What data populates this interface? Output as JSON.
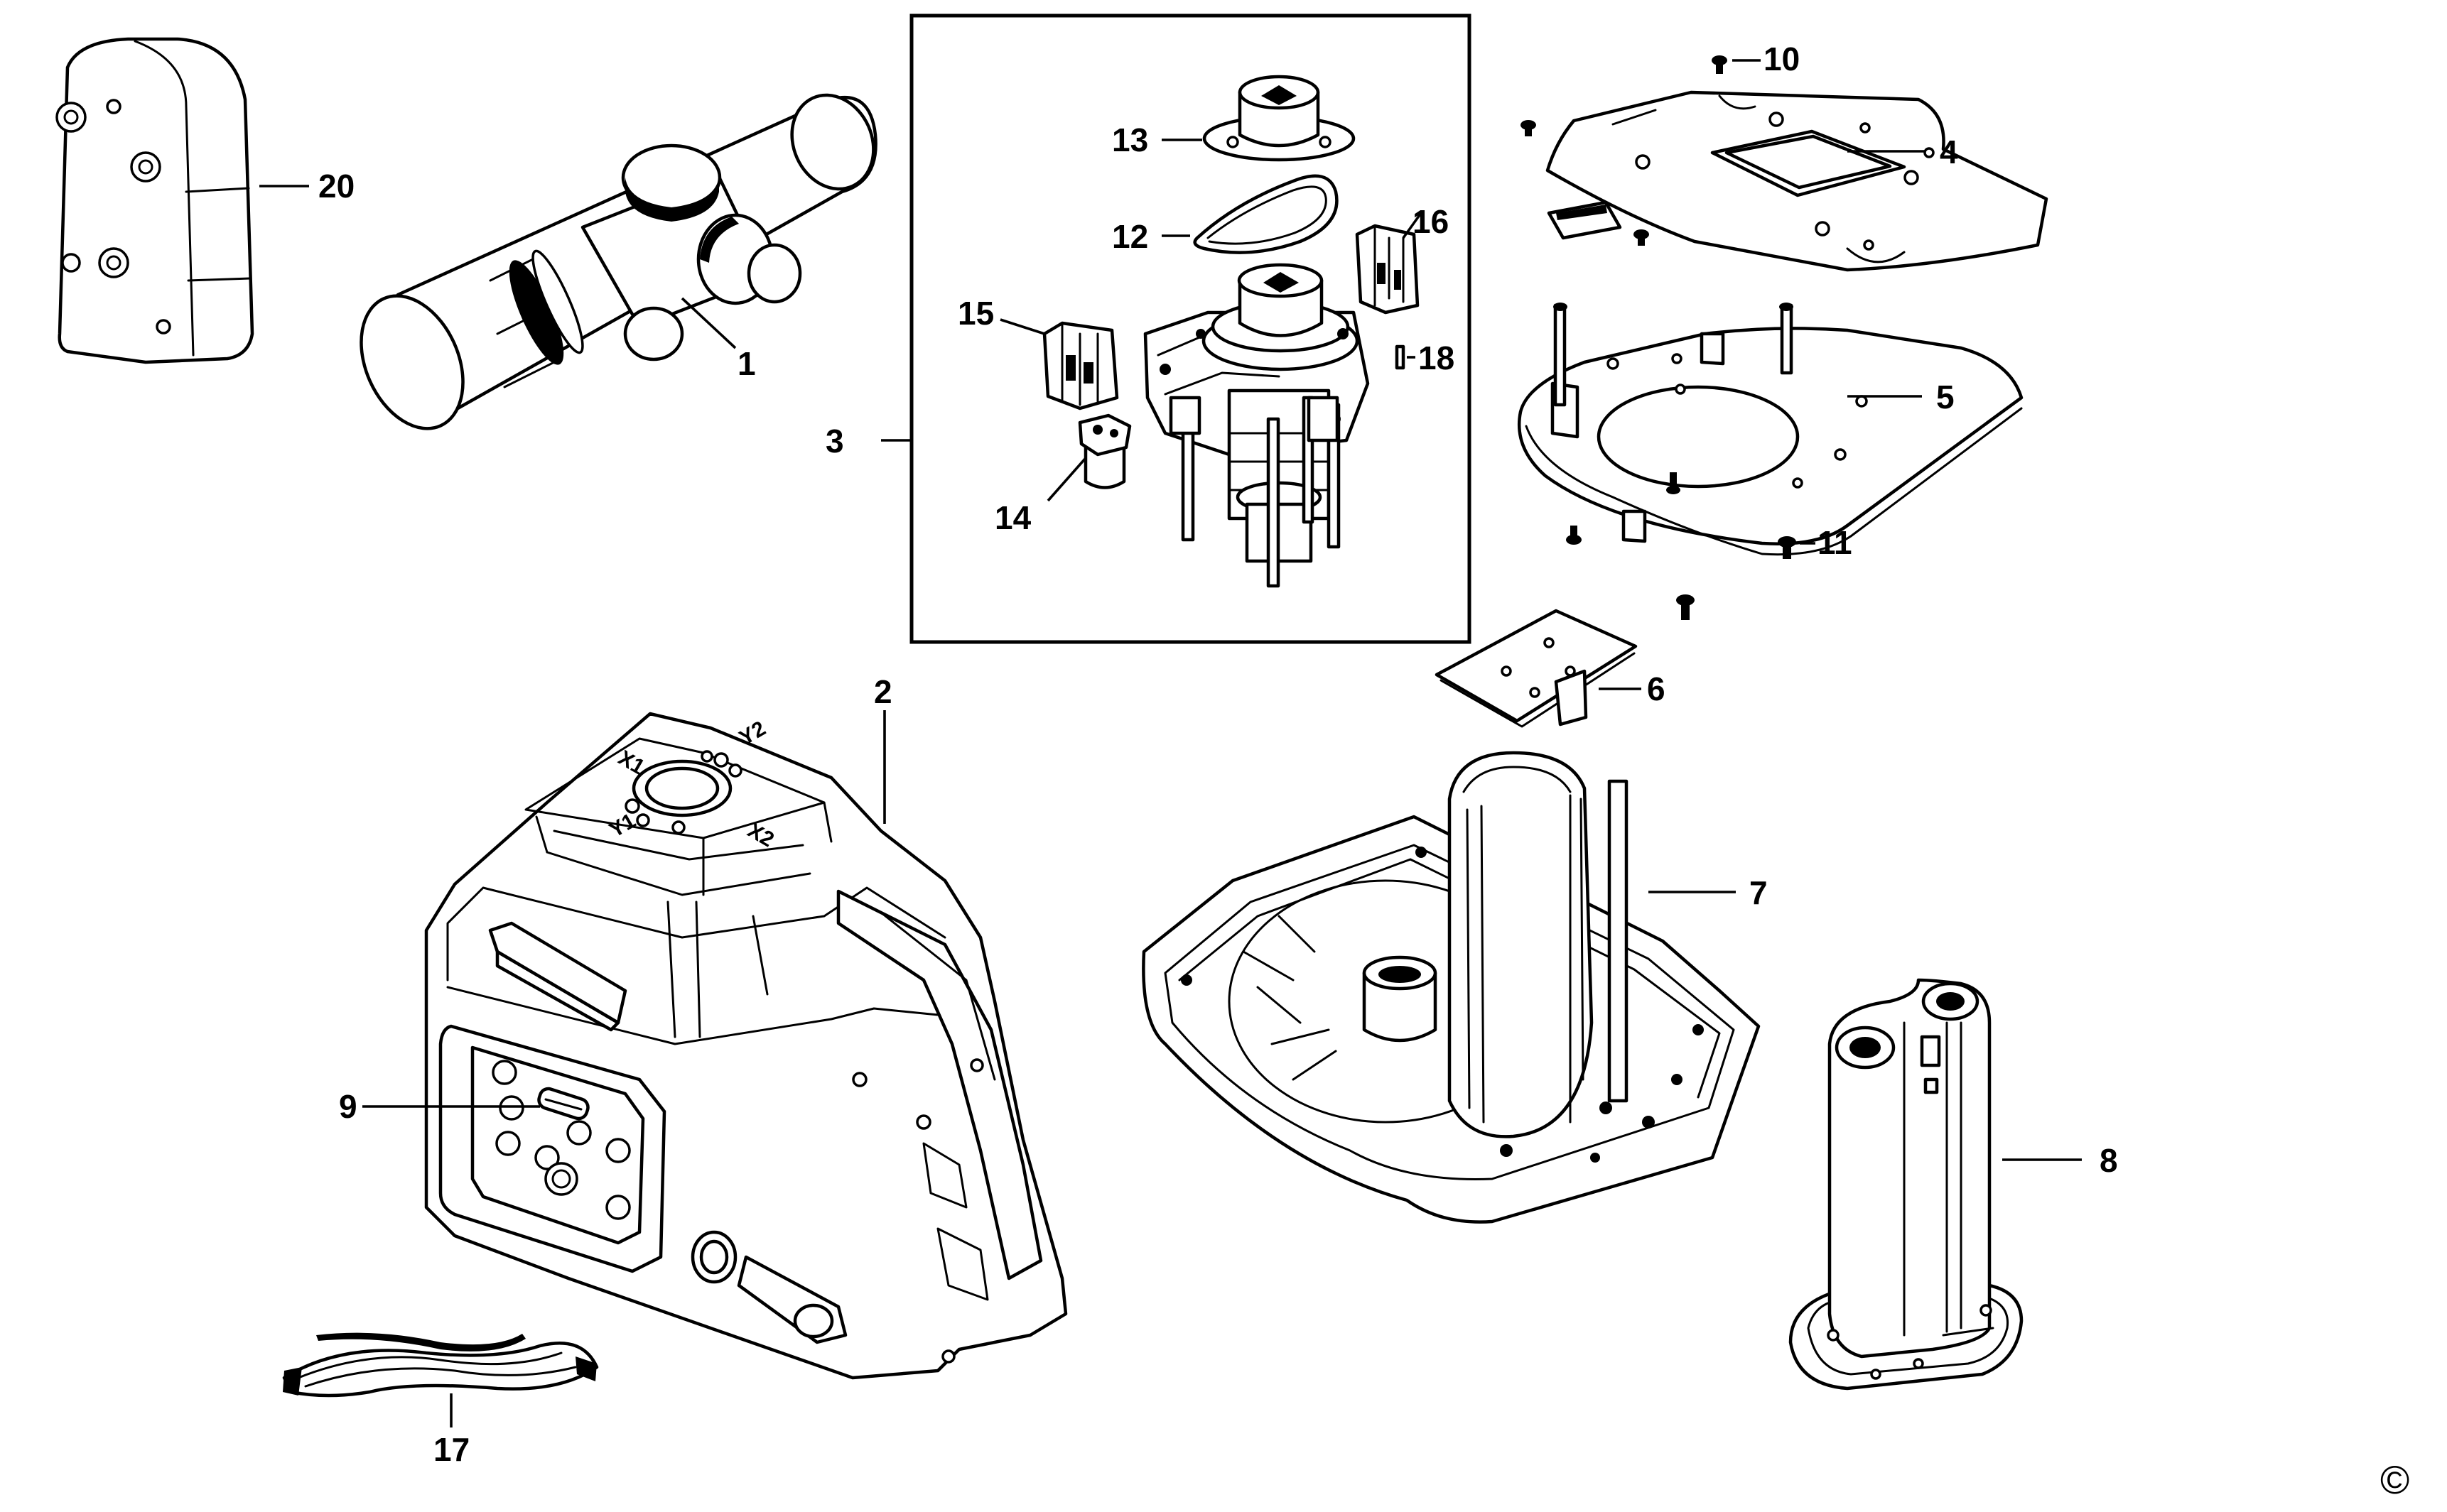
{
  "diagram": {
    "callouts": {
      "c1": "1",
      "c2": "2",
      "c3": "3",
      "c4": "4",
      "c5": "5",
      "c6": "6",
      "c7": "7",
      "c8": "8",
      "c9": "9",
      "c10": "10",
      "c11": "11",
      "c12": "12",
      "c13": "13",
      "c14": "14",
      "c15": "15",
      "c16": "16",
      "c17": "17",
      "c18": "18",
      "c20": "20"
    },
    "housing_axis_labels": {
      "x1": "X1",
      "x2": "X2",
      "y1": "Y1",
      "y2": "Y2"
    },
    "copyright": "©"
  }
}
